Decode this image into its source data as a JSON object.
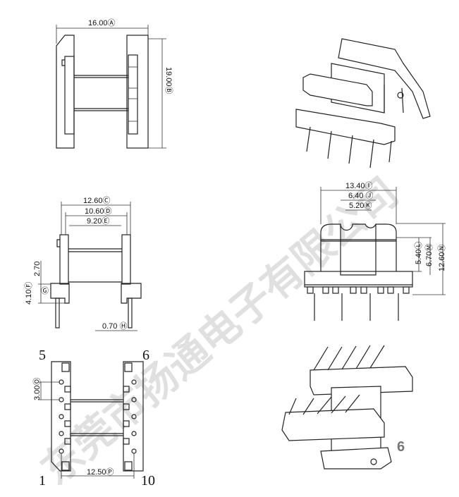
{
  "top_view": {
    "width_dim": "16.00Ⓐ",
    "height_dim": "19.00Ⓑ"
  },
  "front_view": {
    "dim_c": "12.60Ⓒ",
    "dim_d": "10.60Ⓓ",
    "dim_e": "9.20Ⓔ",
    "dim_270": "2.70",
    "dim_f": "4.10Ⓕ",
    "dim_g": "Ⓖ",
    "dim_h": "0.70 Ⓗ"
  },
  "side_view": {
    "dim_i": "13.40Ⓘ",
    "dim_j": "6.40 Ⓙ",
    "dim_k": "5.20Ⓚ",
    "dim_l": "5.40Ⓛ",
    "dim_m": "6.70Ⓜ",
    "dim_n": "12.60Ⓝ"
  },
  "bottom_view": {
    "pin_5": "5",
    "pin_6": "6",
    "pin_1": "1",
    "pin_10": "10",
    "dim_o": "3.00Ⓞ",
    "dim_p": "12.50Ⓟ"
  },
  "pin_count_mark": "6",
  "watermark": "东莞市扬通电子有限公司"
}
